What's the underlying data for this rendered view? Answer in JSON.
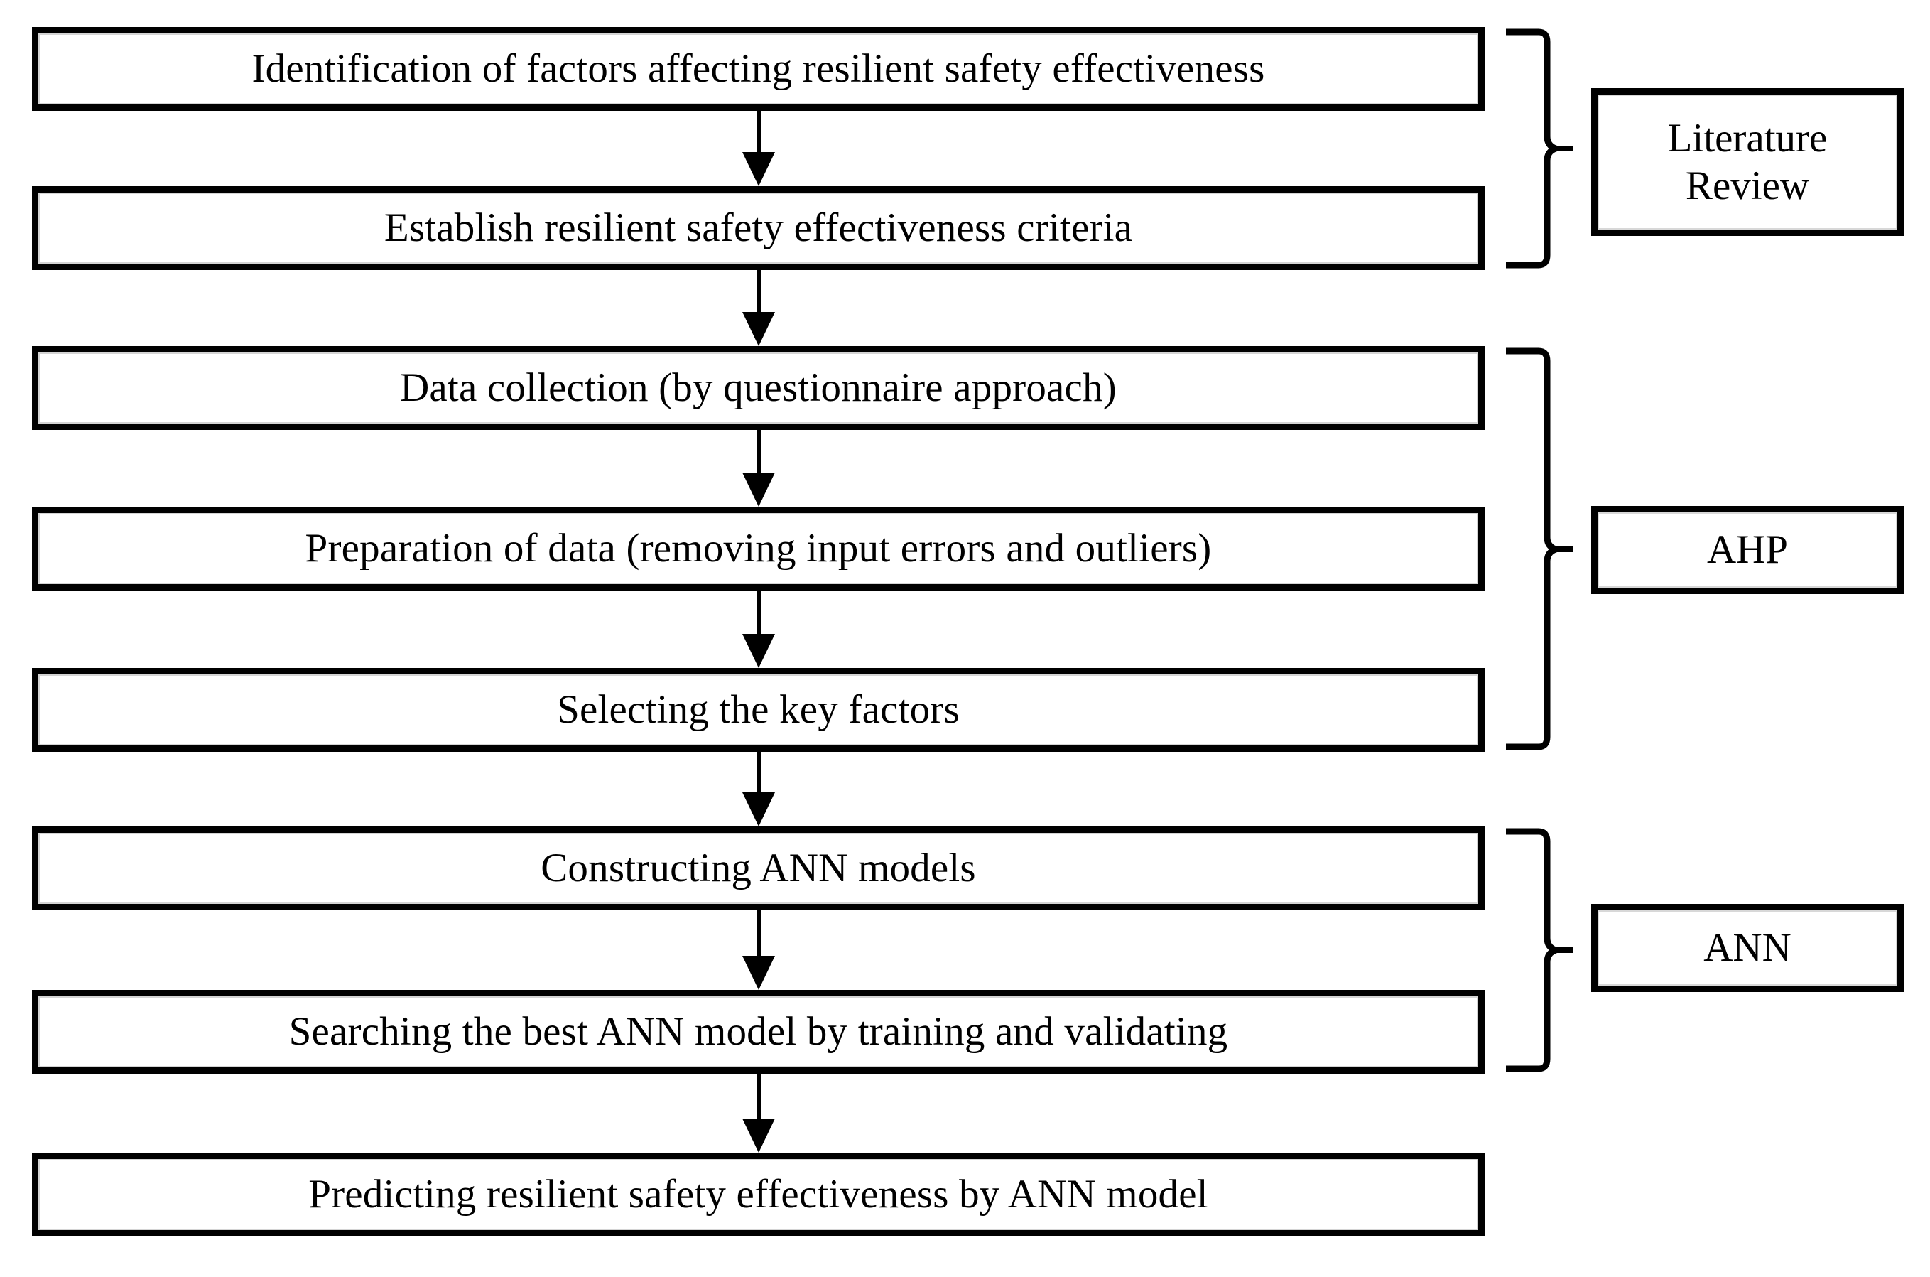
{
  "diagram": {
    "title": "Research methodology flowchart",
    "accent_color": "#000000",
    "background_color": "#ffffff",
    "steps": [
      {
        "id": "step-1",
        "label": "Identification of factors affecting resilient safety effectiveness"
      },
      {
        "id": "step-2",
        "label": "Establish resilient safety effectiveness criteria"
      },
      {
        "id": "step-3",
        "label": "Data collection (by questionnaire approach)"
      },
      {
        "id": "step-4",
        "label": "Preparation of data (removing input errors and outliers)"
      },
      {
        "id": "step-5",
        "label": "Selecting the key factors"
      },
      {
        "id": "step-6",
        "label": "Constructing ANN models"
      },
      {
        "id": "step-7",
        "label": "Searching the best ANN model by training and validating"
      },
      {
        "id": "step-8",
        "label": "Predicting resilient safety effectiveness by ANN model"
      }
    ],
    "stages": [
      {
        "id": "stage-literature-review",
        "label": "Literature\nReview",
        "line1": "Literature",
        "line2": "Review",
        "covers_steps": [
          "step-1",
          "step-2"
        ]
      },
      {
        "id": "stage-ahp",
        "label": "AHP",
        "line1": "AHP",
        "line2": "",
        "covers_steps": [
          "step-3",
          "step-4",
          "step-5"
        ]
      },
      {
        "id": "stage-ann",
        "label": "ANN",
        "line1": "ANN",
        "line2": "",
        "covers_steps": [
          "step-6",
          "step-7"
        ]
      }
    ],
    "connectors": [
      {
        "id": "arrow-1-to-2",
        "from": "step-1",
        "to": "step-2"
      },
      {
        "id": "arrow-2-to-3",
        "from": "step-2",
        "to": "step-3"
      },
      {
        "id": "arrow-3-to-4",
        "from": "step-3",
        "to": "step-4"
      },
      {
        "id": "arrow-4-to-5",
        "from": "step-4",
        "to": "step-5"
      },
      {
        "id": "arrow-5-to-6",
        "from": "step-5",
        "to": "step-6"
      },
      {
        "id": "arrow-6-to-7",
        "from": "step-6",
        "to": "step-7"
      },
      {
        "id": "arrow-7-to-8",
        "from": "step-7",
        "to": "step-8"
      }
    ]
  }
}
